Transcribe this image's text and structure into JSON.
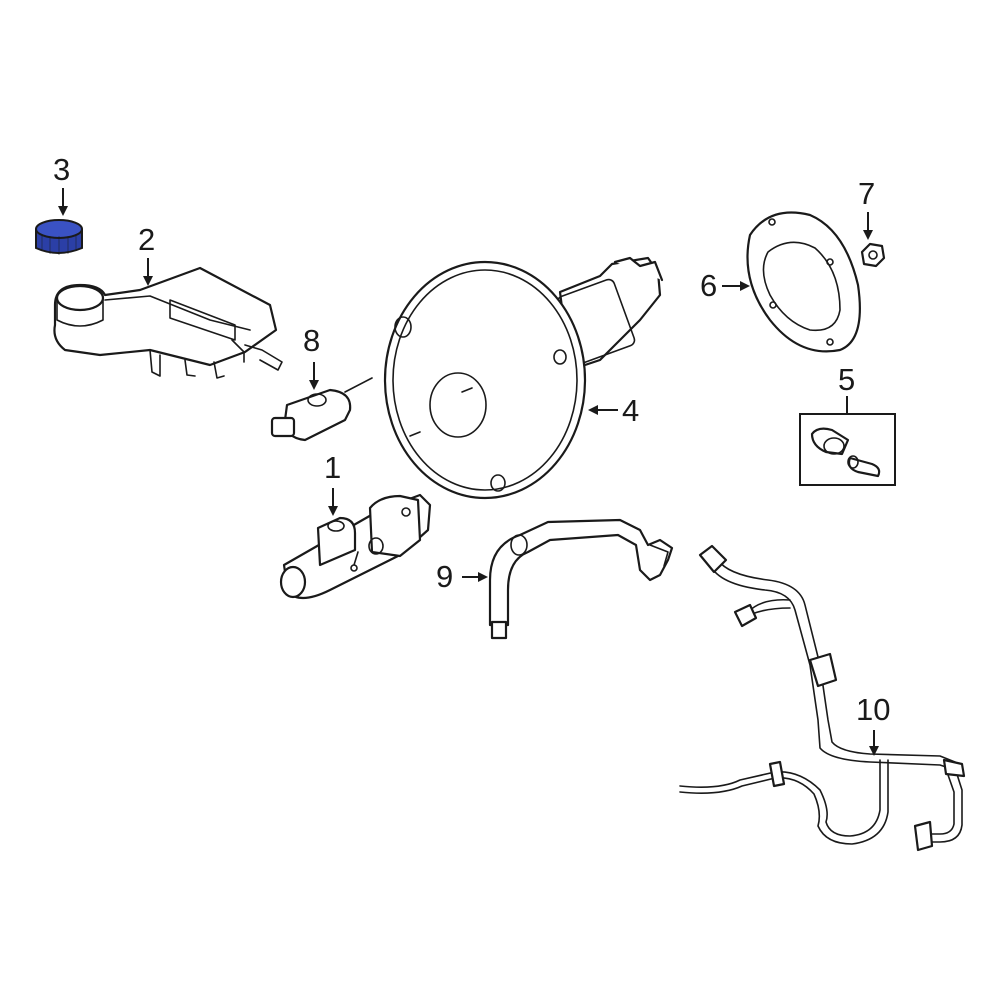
{
  "diagram": {
    "highlight_color": "#2b3fa6",
    "line_color": "#1a1a1a",
    "callouts": {
      "c1": "1",
      "c2": "2",
      "c3": "3",
      "c4": "4",
      "c5": "5",
      "c6": "6",
      "c7": "7",
      "c8": "8",
      "c9": "9",
      "c10": "10"
    }
  }
}
